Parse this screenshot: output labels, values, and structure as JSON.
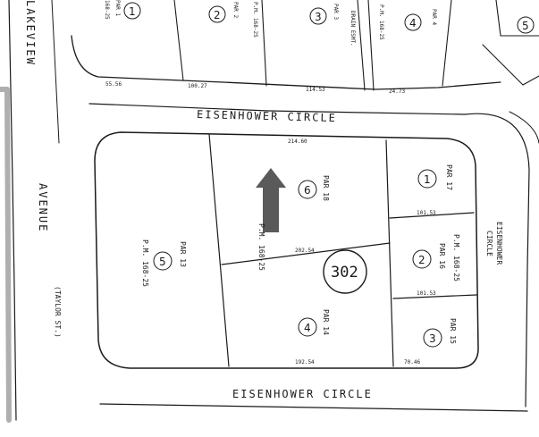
{
  "streets": {
    "lakeview": "LAKEVIEW",
    "avenue": "AVENUE",
    "taylor": "(TAYLOR ST.)",
    "eisenhower_top": "EISENHOWER   CIRCLE",
    "eisenhower_bottom": "EISENHOWER   CIRCLE",
    "eisenhower_right_1": "EISENHOWER",
    "eisenhower_right_2": "CIRCLE"
  },
  "block_number": "302",
  "top_row": [
    {
      "label": "PAR 1",
      "num": "1",
      "pm": "168-25"
    },
    {
      "label": "PAR 2",
      "num": "2",
      "pm": "P.M. 168-25"
    },
    {
      "label": "PAR 3",
      "num": "3",
      "pm": ""
    },
    {
      "label": "PAR 4",
      "num": "4",
      "pm": "P.M. 168-25"
    },
    {
      "label": "",
      "num": "5",
      "pm": ""
    }
  ],
  "drain_esmt": "DRAIN ESMT.",
  "parcels": [
    {
      "label": "PAR 13",
      "num": "5",
      "pm": "P.M. 168-25"
    },
    {
      "label": "PAR 18",
      "num": "6",
      "pm": ""
    },
    {
      "label": "PAR 17",
      "num": "1",
      "pm": ""
    },
    {
      "label": "PAR 16",
      "num": "2",
      "pm": "P.M. 168-25"
    },
    {
      "label": "PAR 14",
      "num": "4",
      "pm": ""
    },
    {
      "label": "PAR 15",
      "num": "3",
      "pm": ""
    }
  ],
  "pm_center": "P.M.   168-25",
  "dims": {
    "top_a": "55.56",
    "top_b": "100.27",
    "top_c": "114.53",
    "top_d": "24.73",
    "inner_top": "214.60",
    "mid": "202.54",
    "bottom": "192.54",
    "r_a": "101.53",
    "r_b": "101.53",
    "r_c": "70.46"
  },
  "north_arrow": "north-arrow",
  "colors": {
    "ink": "#1a1a1a",
    "arrow": "#5a5a5a",
    "paper": "#ffffff"
  }
}
